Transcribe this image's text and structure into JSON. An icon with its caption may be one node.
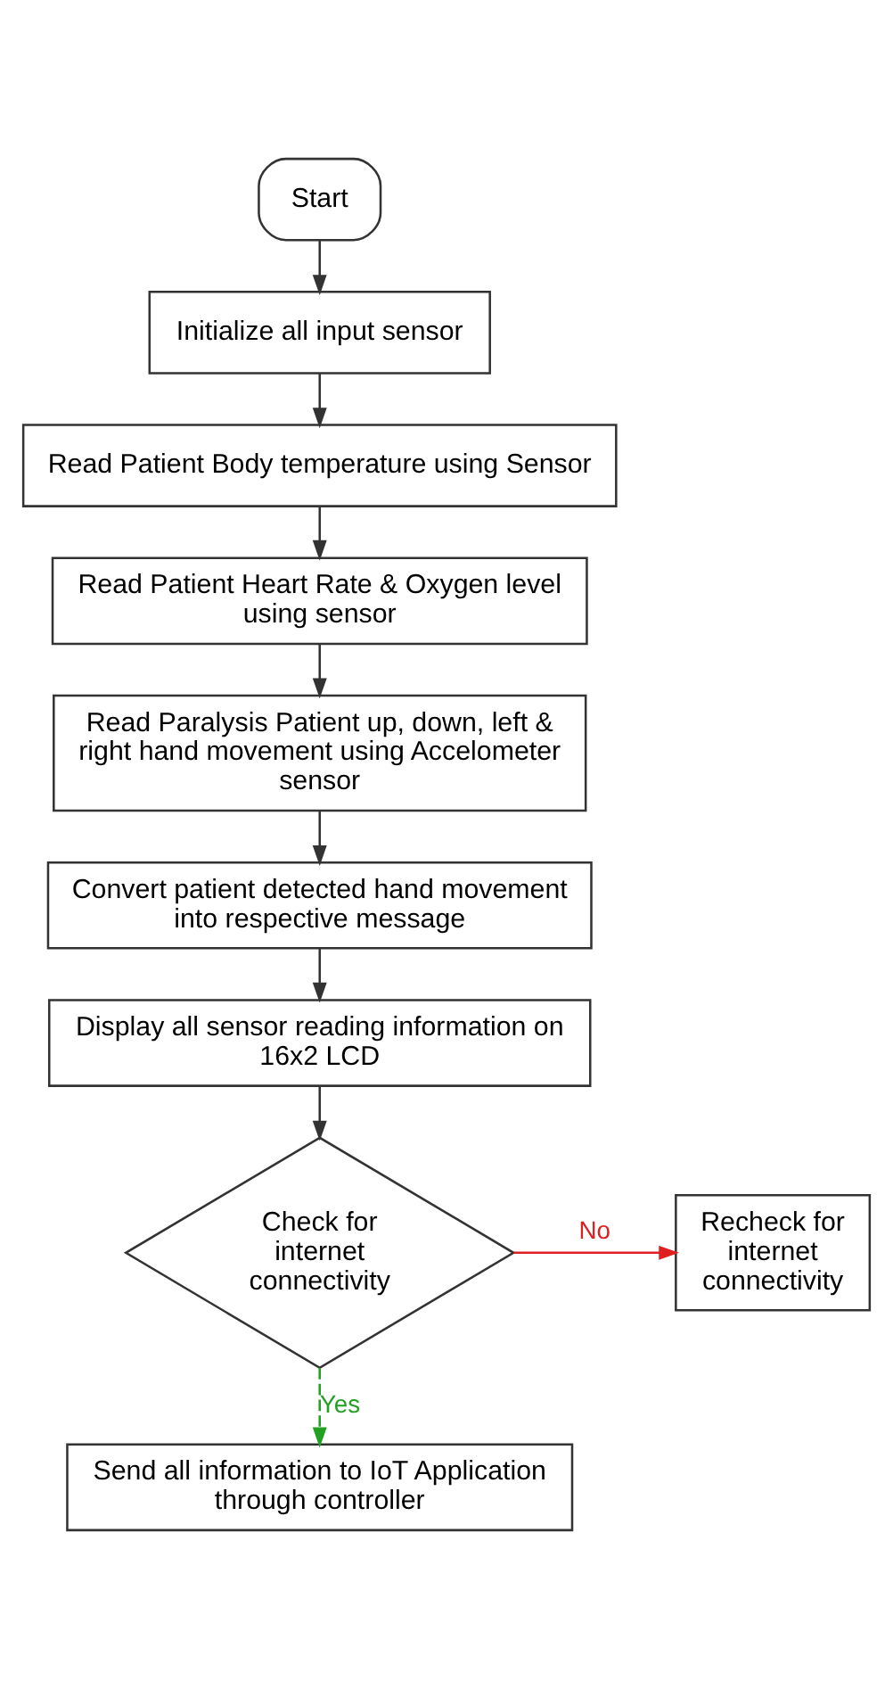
{
  "diagram": {
    "nodes": [
      {
        "text": [
          "Start"
        ]
      },
      {
        "text": [
          "Initialize all input sensor"
        ]
      },
      {
        "text": [
          "Read Patient Body temperature using Sensor"
        ]
      },
      {
        "text": [
          "Read Patient Heart Rate & Oxygen level using sensor"
        ]
      },
      {
        "text": [
          "Read Paralysis Patient up, down, left & right hand movement using Accelometer sensor"
        ]
      },
      {
        "text": [
          "Convert patient detected hand movement into respective message"
        ]
      },
      {
        "text": [
          "Display all sensor reading information on 16x2 LCD"
        ]
      },
      {
        "text": [
          "Check for internet connectivity"
        ]
      },
      {
        "text": [
          "Recheck for internet connectivity"
        ]
      },
      {
        "text": [
          "Send all information to IoT Application through controller"
        ]
      }
    ],
    "edges": [
      {
        "from": 0,
        "to": 1,
        "arrow": "to"
      },
      {
        "from": 1,
        "to": 2,
        "arrow": "to"
      },
      {
        "from": 2,
        "to": 3,
        "arrow": "to"
      },
      {
        "from": 3,
        "to": 4,
        "arrow": "to"
      },
      {
        "from": 4,
        "to": 5,
        "arrow": "to"
      },
      {
        "from": 5,
        "to": 6,
        "arrow": "to"
      },
      {
        "from": 6,
        "to": 7,
        "arrow": "to"
      },
      {
        "from": 7,
        "to": 8,
        "arrow": "to",
        "label": "No",
        "color": "#e02020"
      },
      {
        "from": 7,
        "to": 9,
        "arrow": "to",
        "label": "Yes",
        "style": "dashed",
        "color": "#22a022"
      }
    ]
  }
}
